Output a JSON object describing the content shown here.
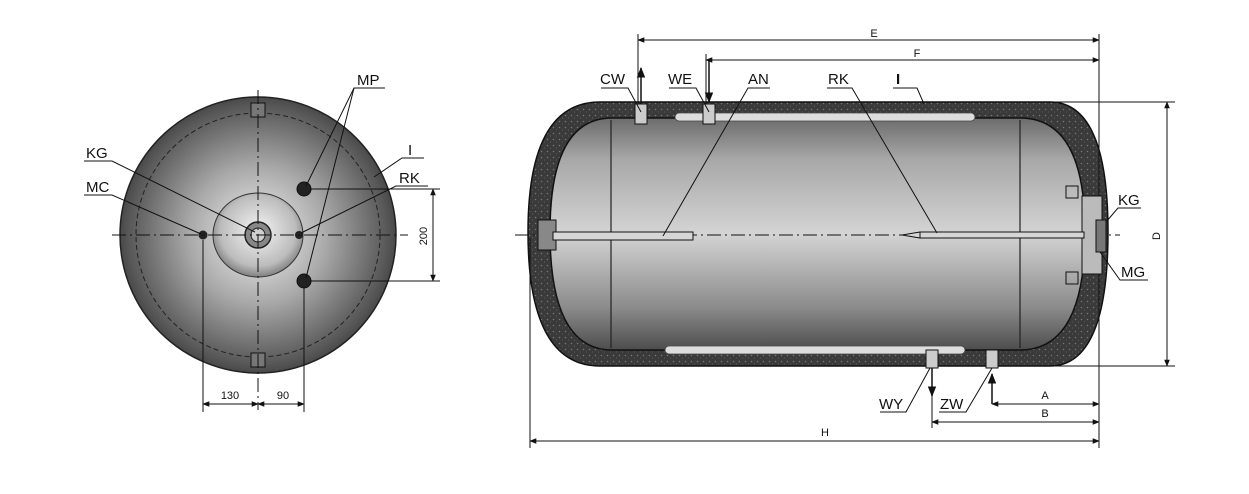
{
  "front_view": {
    "labels": {
      "kg": "KG",
      "mc": "MC",
      "mp": "MP",
      "i": "I",
      "rk": "RK"
    },
    "dimensions": {
      "d130": "130",
      "d90": "90",
      "d200": "200"
    }
  },
  "side_view": {
    "labels": {
      "cw": "CW",
      "we": "WE",
      "an": "AN",
      "rk": "RK",
      "i": "I",
      "kg": "KG",
      "mg": "MG",
      "wy": "WY",
      "zw": "ZW"
    },
    "dimensions": {
      "e": "E",
      "f": "F",
      "d": "D",
      "a": "A",
      "b": "B",
      "h": "H"
    }
  }
}
